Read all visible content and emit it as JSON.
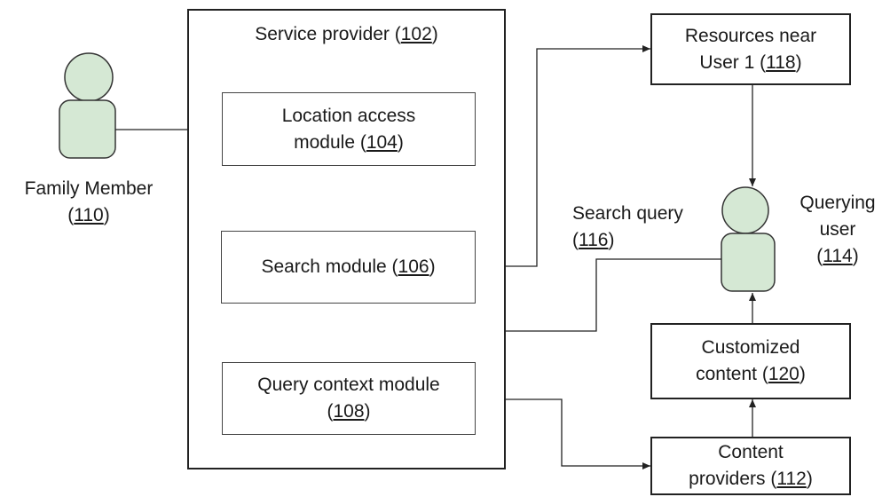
{
  "service_provider": {
    "text": "Service provider (",
    "ref": "102",
    "close": ")"
  },
  "location_module": {
    "line1": "Location access",
    "line2": "module (",
    "ref": "104",
    "close": ")"
  },
  "search_module": {
    "text": "Search module (",
    "ref": "106",
    "close": ")"
  },
  "query_context_module": {
    "line1": "Query context module",
    "line2": "(",
    "ref": "108",
    "close": ")"
  },
  "family_member": {
    "line1": "Family Member",
    "line2": "(",
    "ref": "110",
    "close": ")"
  },
  "content_providers": {
    "line1": "Content",
    "line2": "providers (",
    "ref": "112",
    "close": ")"
  },
  "querying_user": {
    "line1": "Querying",
    "line2": "user",
    "line3": "(",
    "ref": "114",
    "close": ")"
  },
  "search_query": {
    "line1": "Search query",
    "line2": "(",
    "ref": "116",
    "close": ")"
  },
  "resources": {
    "line1": "Resources near",
    "line2": "User 1 (",
    "ref": "118",
    "close": ")"
  },
  "customized_content": {
    "line1": "Customized",
    "line2": "content (",
    "ref": "120",
    "close": ")"
  },
  "colors": {
    "person_fill": "#d5e8d4",
    "person_stroke": "#333333"
  }
}
